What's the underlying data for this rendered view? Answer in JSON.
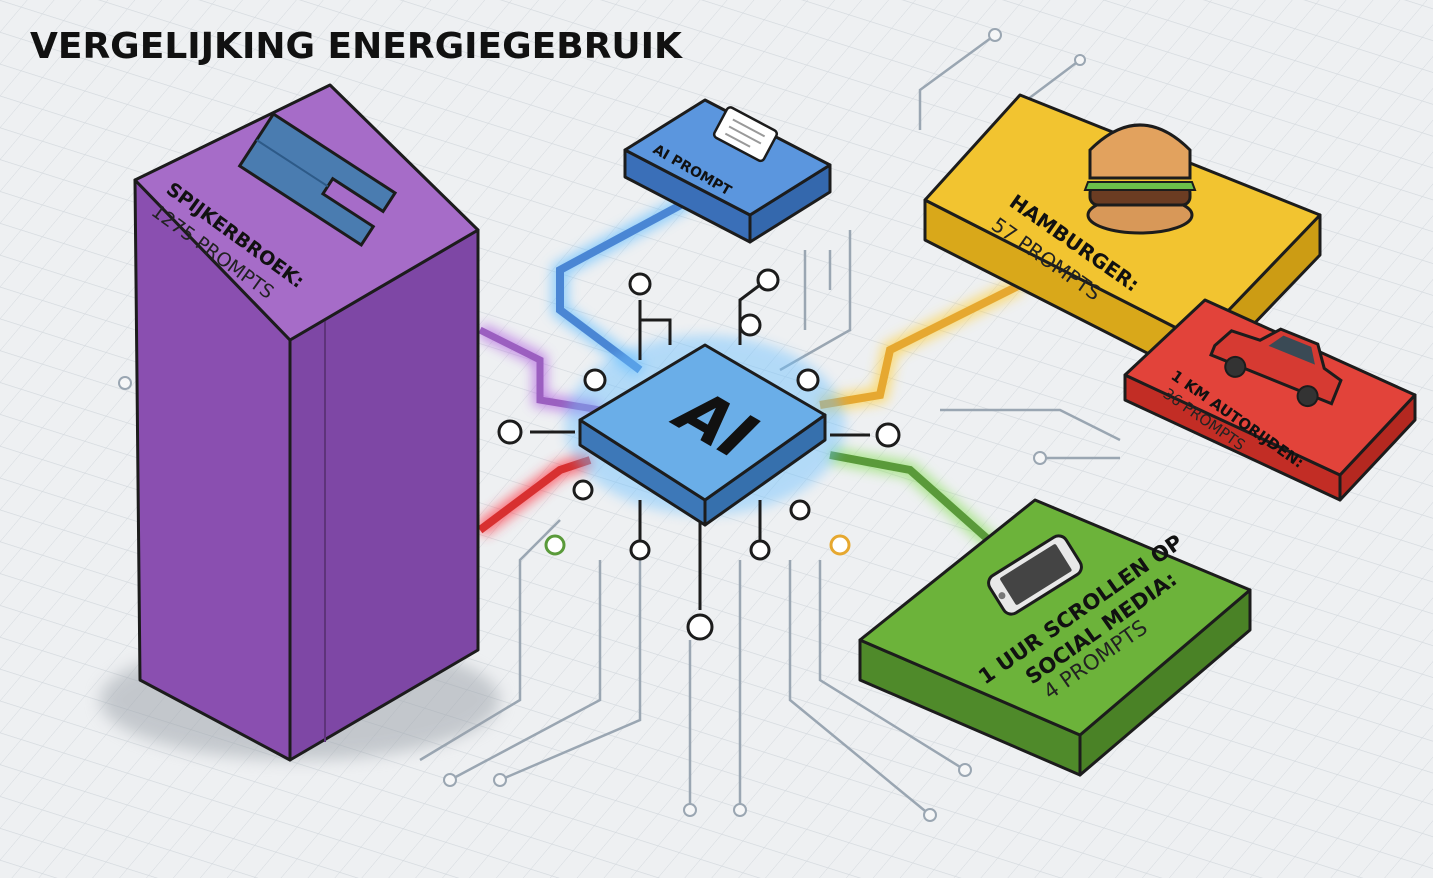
{
  "title": "VERGELIJKING ENERGIEGEBRUIK",
  "center": {
    "chip_label": "AI",
    "prompt_box": "AI PROMPT"
  },
  "items": [
    {
      "name": "SPIJKERBROEK:",
      "value": "1275 PROMPTS",
      "icon": "jeans-icon",
      "color": "#9b5fc0"
    },
    {
      "name": "HAMBURGER:",
      "value": "57 PROMPTS",
      "icon": "hamburger-icon",
      "color": "#f0c020"
    },
    {
      "name": "1 KM AUTORIJDEN:",
      "value": "36 PROMPTS",
      "icon": "car-icon",
      "color": "#e03a30"
    },
    {
      "name_line1": "1 UUR SCROLLEN OP",
      "name_line2": "SOCIAL MEDIA:",
      "value": "4 PROMPTS",
      "icon": "smartphone-icon",
      "color": "#6cb33a"
    }
  ],
  "colors": {
    "background": "#eef0f2",
    "grid": "#d4d9de",
    "chip": "#5b9bd5",
    "prompt_box": "#4a86d4"
  }
}
